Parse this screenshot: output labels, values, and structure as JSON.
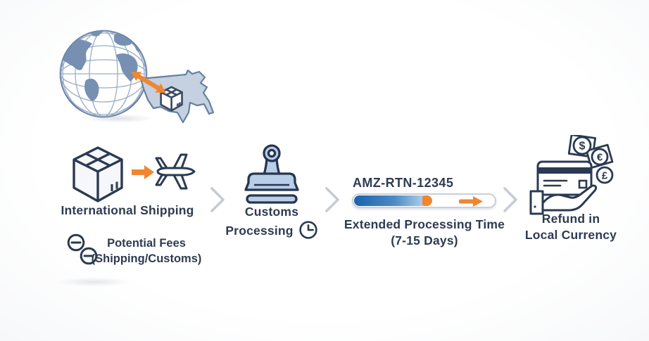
{
  "illustration": {
    "globe_icon": "globe-with-grid",
    "map_icon": "us-map-silhouette",
    "package_icon": "package-box",
    "arrow_icon": "double-headed-orange-arrow"
  },
  "flow": {
    "separator_icon": "chevron-right",
    "steps": [
      {
        "id": "international-shipping",
        "label": "International Shipping",
        "icons": [
          "package-icon",
          "arrow-right-icon",
          "airplane-icon"
        ]
      },
      {
        "id": "customs-processing",
        "label_line1": "Customs",
        "label_line2": "Processing",
        "icons": [
          "stamp-icon",
          "clock-icon"
        ]
      },
      {
        "id": "extended-processing-time",
        "tracking_id": "AMZ-RTN-12345",
        "label_line1": "Extended Processing Time",
        "label_line2": "(7-15 Days)",
        "progress_percent": 52,
        "icons": [
          "progress-bar",
          "progress-arrow-icon"
        ]
      },
      {
        "id": "refund-local-currency",
        "label_line1": "Refund in",
        "label_line2": "Local Currency",
        "currency_symbols": [
          "$",
          "€",
          "£"
        ],
        "icons": [
          "hand-credit-card-icon",
          "banknote-icon",
          "currency-coin-icons"
        ]
      }
    ]
  },
  "fees_note": {
    "icon": "minus-circle-icon",
    "line1": "Potential Fees",
    "line2": "(Shipping/Customs)"
  },
  "colors": {
    "text_navy": "#2E3B52",
    "outline_navy": "#2B3A52",
    "accent_orange": "#F0862F",
    "stamp_fill": "#B9CEE8",
    "progress_blue_start": "#1B63AC",
    "progress_blue_end": "#A9CBEA",
    "globe_land": "#7790B2",
    "us_map_fill": "#C5D0E0",
    "chevron_gray": "#C7CBD4"
  }
}
